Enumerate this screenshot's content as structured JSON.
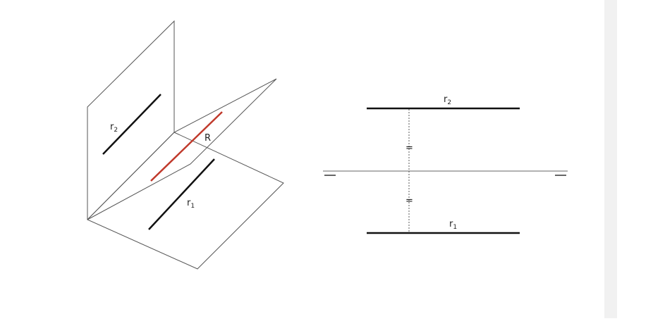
{
  "diagram": {
    "left_view": {
      "label_r2": {
        "base": "r",
        "sub": "2"
      },
      "label_r1": {
        "base": "r",
        "sub": "1"
      },
      "label_R": "R"
    },
    "right_view": {
      "label_r2": {
        "base": "r",
        "sub": "2"
      },
      "label_r1": {
        "base": "r",
        "sub": "1"
      },
      "equal_mark_top": "=",
      "equal_mark_bottom": "="
    },
    "colors": {
      "plane_edge": "#555555",
      "line": "#111111",
      "highlight_line": "#c0392b",
      "side_panel": "#f1f1f1"
    }
  }
}
